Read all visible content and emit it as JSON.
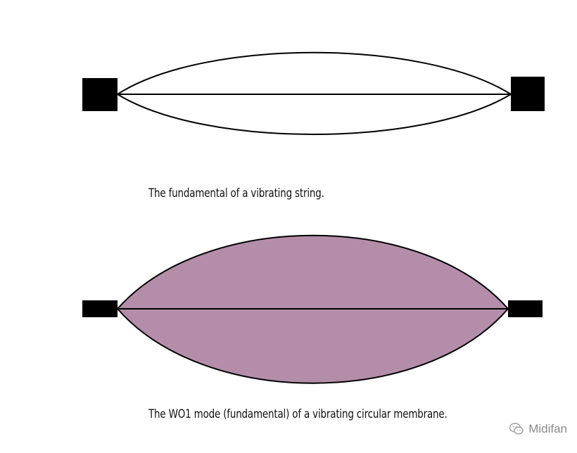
{
  "figure_1": {
    "caption": "The fundamental of a vibrating string."
  },
  "figure_2": {
    "caption": "The WO1 mode (fundamental) of a vibrating circular membrane."
  },
  "colors": {
    "membrane_fill": "#b48da9",
    "line": "#000000",
    "anchor": "#000000"
  },
  "watermark": {
    "text": "Midifan",
    "icon": "wechat-icon"
  }
}
